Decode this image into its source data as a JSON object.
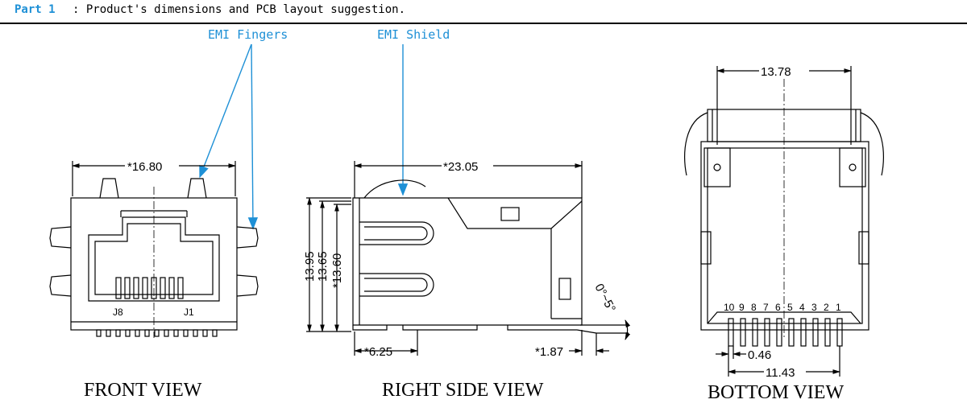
{
  "header": {
    "part_label": "Part 1",
    "title": ": Product's dimensions and PCB layout suggestion."
  },
  "callouts": {
    "emi_fingers": "EMI Fingers",
    "emi_shield": "EMI Shield"
  },
  "colors": {
    "callout": "#1e90d6",
    "line": "#000000"
  },
  "front_view": {
    "title": "FRONT VIEW",
    "width_dim": "*16.80",
    "left_pin_label": "J8",
    "right_pin_label": "J1"
  },
  "side_view": {
    "title": "RIGHT SIDE VIEW",
    "length_dim": "*23.05",
    "height_dims": [
      "13.95",
      "13.65",
      "*13.60"
    ],
    "bottom_left_dim": "*6.25",
    "bottom_right_dim": "*1.87",
    "angle_dim": "0°~5°"
  },
  "bottom_view": {
    "title": "BOTTOM VIEW",
    "top_dim": "13.78",
    "pitch_dim": "0.46",
    "span_dim": "11.43",
    "pin_numbers": [
      "10",
      "9",
      "8",
      "7",
      "6",
      "5",
      "4",
      "3",
      "2",
      "1"
    ]
  }
}
